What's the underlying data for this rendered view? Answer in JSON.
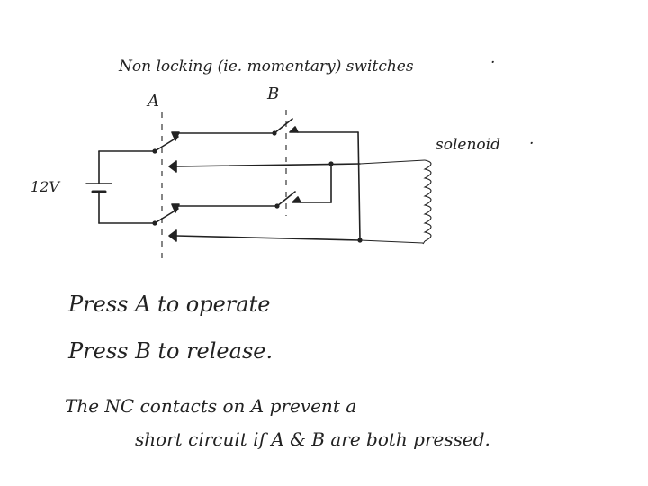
{
  "header": {
    "title": "Non locking (ie. momentary) switches",
    "period": "."
  },
  "labels": {
    "switch_a": "A",
    "switch_b": "B",
    "voltage": "12V",
    "solenoid": "solenoid",
    "solenoid_period": "."
  },
  "instructions": {
    "line1": "Press A to operate",
    "line2": "Press B to release.",
    "note_line1": "The NC contacts on A prevent a",
    "note_line2": "short circuit if A & B are both pressed."
  },
  "colors": {
    "ink": "#222222",
    "paper": "#ffffff"
  }
}
